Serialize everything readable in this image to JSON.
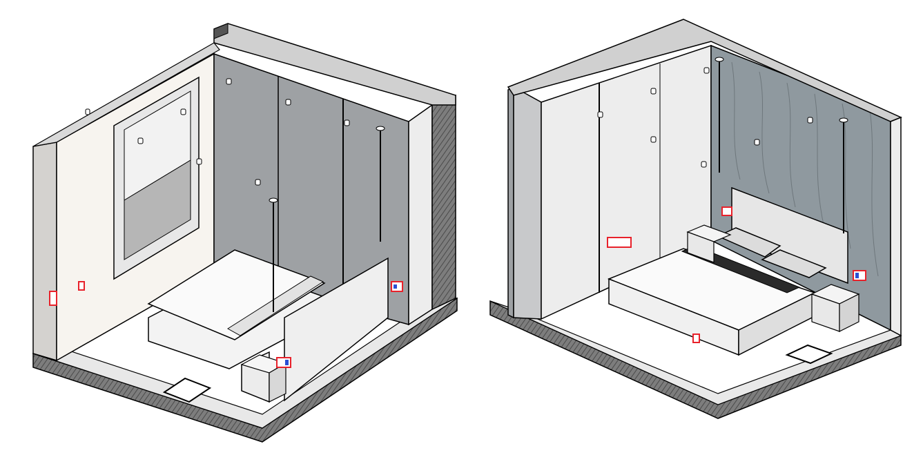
{
  "views": [
    {
      "id": "bedroom-view-left",
      "kind": "isometric-bedroom"
    },
    {
      "id": "bedroom-view-right",
      "kind": "isometric-bedroom"
    }
  ],
  "palette": {
    "background": "#ffffff",
    "wall_dark": "#9ea1a4",
    "wall_mid": "#c8c9cb",
    "wall_light": "#ededed",
    "wall_cream": "#f7f4ef",
    "wall_blue_grey": "#8f999f",
    "structure": "#d7d7d7",
    "slab_dark": "#7a7a7a",
    "outline": "#000000",
    "outlet_red": "#e8212a",
    "outlet_blue": "#2a4fd4",
    "floor": "#ffffff",
    "shadow": "#e6e6e6"
  },
  "icons": [
    "outlet-icon",
    "ceiling-light-icon",
    "pendant-lamp-icon",
    "wall-sconce-icon",
    "floor-box-icon"
  ]
}
